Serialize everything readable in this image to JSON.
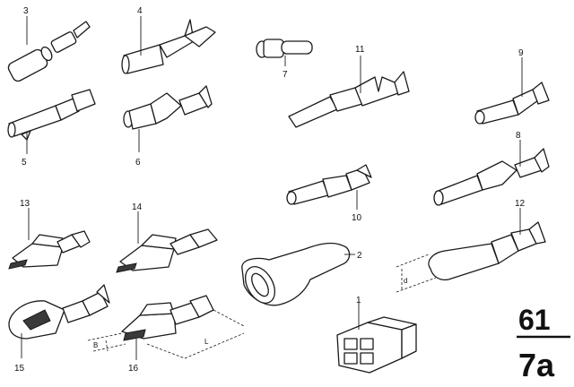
{
  "callouts": {
    "n1": "1",
    "n2": "2",
    "n3": "3",
    "n4": "4",
    "n5": "5",
    "n6": "6",
    "n7": "7",
    "n8": "8",
    "n9": "9",
    "n10": "10",
    "n11": "11",
    "n12": "12",
    "n13": "13",
    "n14": "14",
    "n15": "15",
    "n16": "16"
  },
  "dimension_labels": {
    "b": "B",
    "l": "L",
    "d": "d"
  },
  "group": {
    "top": "61",
    "bottom": "7a"
  }
}
